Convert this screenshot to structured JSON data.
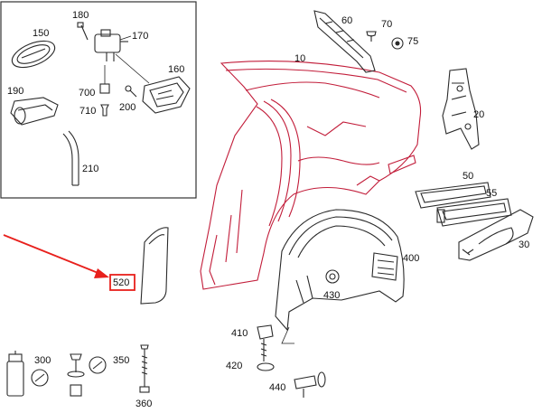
{
  "diagram": {
    "highlight_color": "#e8201c",
    "body_line_color": "#c21d3a",
    "part_line_color": "#2a2a2a",
    "highlighted_part": "520",
    "labels": {
      "p150": "150",
      "p180": "180",
      "p170": "170",
      "p160": "160",
      "p190": "190",
      "p700": "700",
      "p710": "710",
      "p200": "200",
      "p210": "210",
      "p60": "60",
      "p70": "70",
      "p75": "75",
      "p10": "10",
      "p20": "20",
      "p50": "50",
      "p55": "55",
      "p30": "30",
      "p400": "400",
      "p430": "430",
      "p520": "520",
      "p410": "410",
      "p420": "420",
      "p440": "440",
      "p300": "300",
      "p350": "350",
      "p360": "360"
    }
  }
}
